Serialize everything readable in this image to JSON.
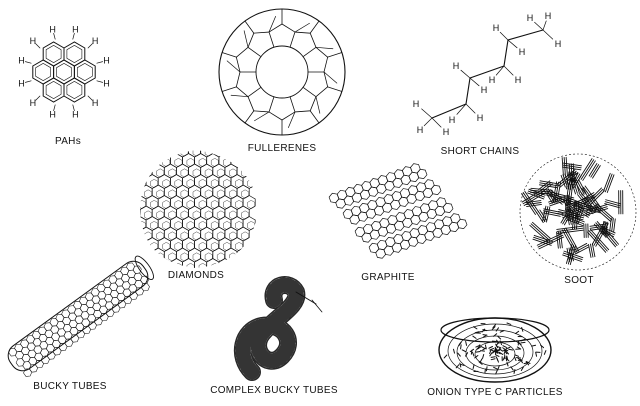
{
  "labels": {
    "pahs": "PAHs",
    "fullerenes": "FULLERENES",
    "short_chains": "SHORT CHAINS",
    "diamonds": "DIAMONDS",
    "graphite": "GRAPHITE",
    "soot": "SOOT",
    "bucky_tubes": "BUCKY TUBES",
    "complex_bucky_tubes": "COMPLEX BUCKY TUBES",
    "onion_particles": "ONION TYPE C PARTICLES"
  },
  "atoms": {
    "hydrogen": "H"
  },
  "colors": {
    "ink": "#111111",
    "background": "#ffffff"
  }
}
